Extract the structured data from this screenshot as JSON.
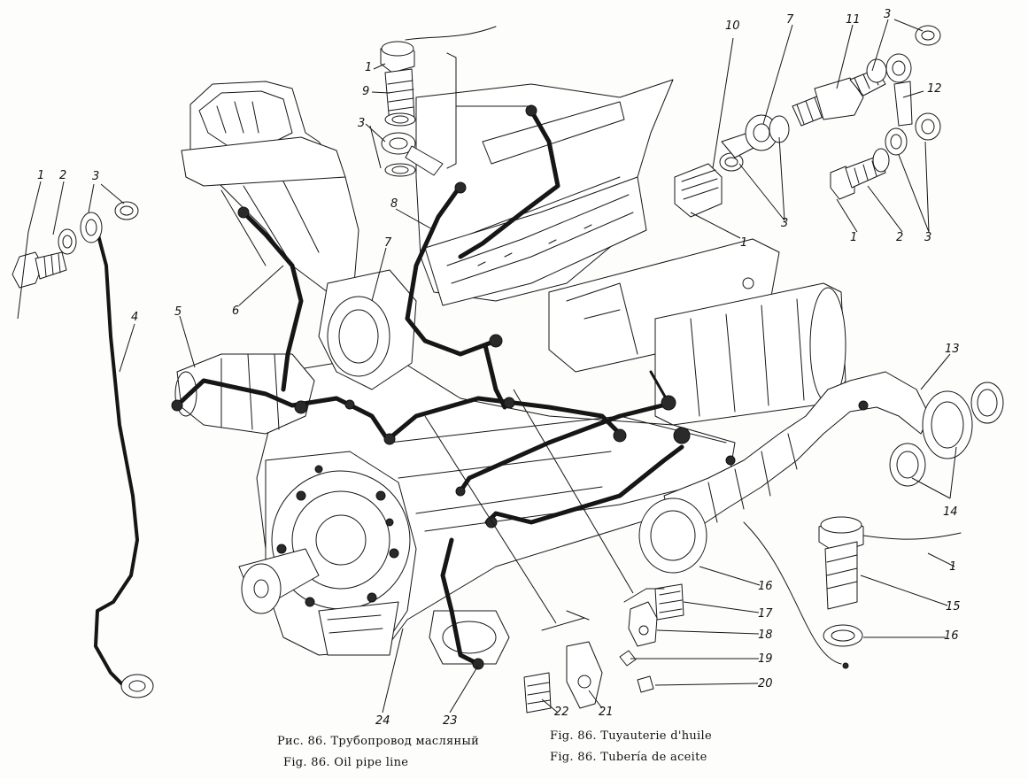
{
  "captions": {
    "ru": "Рис. 86. Трубопровод масляный",
    "en": "Fig. 86. Oil pipe line",
    "fr": "Fig. 86. Tuyauterie d'huile",
    "es": "Fig. 86. Tubería de aceite"
  },
  "callouts": [
    {
      "id": "c1",
      "text": "1"
    },
    {
      "id": "c2",
      "text": "2"
    },
    {
      "id": "c3",
      "text": "3"
    },
    {
      "id": "c4",
      "text": "4"
    },
    {
      "id": "c5",
      "text": "5"
    },
    {
      "id": "c6",
      "text": "6"
    },
    {
      "id": "c7a",
      "text": "7"
    },
    {
      "id": "c8",
      "text": "8"
    },
    {
      "id": "c1b",
      "text": "1"
    },
    {
      "id": "c9",
      "text": "9"
    },
    {
      "id": "c3b",
      "text": "3"
    },
    {
      "id": "c10",
      "text": "10"
    },
    {
      "id": "c7b",
      "text": "7"
    },
    {
      "id": "c11",
      "text": "11"
    },
    {
      "id": "c3c",
      "text": "3"
    },
    {
      "id": "c12",
      "text": "12"
    },
    {
      "id": "c1c",
      "text": "1"
    },
    {
      "id": "c3d",
      "text": "3"
    },
    {
      "id": "c1d",
      "text": "1"
    },
    {
      "id": "c2b",
      "text": "2"
    },
    {
      "id": "c3e",
      "text": "3"
    },
    {
      "id": "c13",
      "text": "13"
    },
    {
      "id": "c14",
      "text": "14"
    },
    {
      "id": "c1e",
      "text": "1"
    },
    {
      "id": "c15",
      "text": "15"
    },
    {
      "id": "c16a",
      "text": "16"
    },
    {
      "id": "c16b",
      "text": "16"
    },
    {
      "id": "c17",
      "text": "17"
    },
    {
      "id": "c18",
      "text": "18"
    },
    {
      "id": "c19",
      "text": "19"
    },
    {
      "id": "c20",
      "text": "20"
    },
    {
      "id": "c21",
      "text": "21"
    },
    {
      "id": "c22",
      "text": "22"
    },
    {
      "id": "c23",
      "text": "23"
    },
    {
      "id": "c24",
      "text": "24"
    }
  ]
}
